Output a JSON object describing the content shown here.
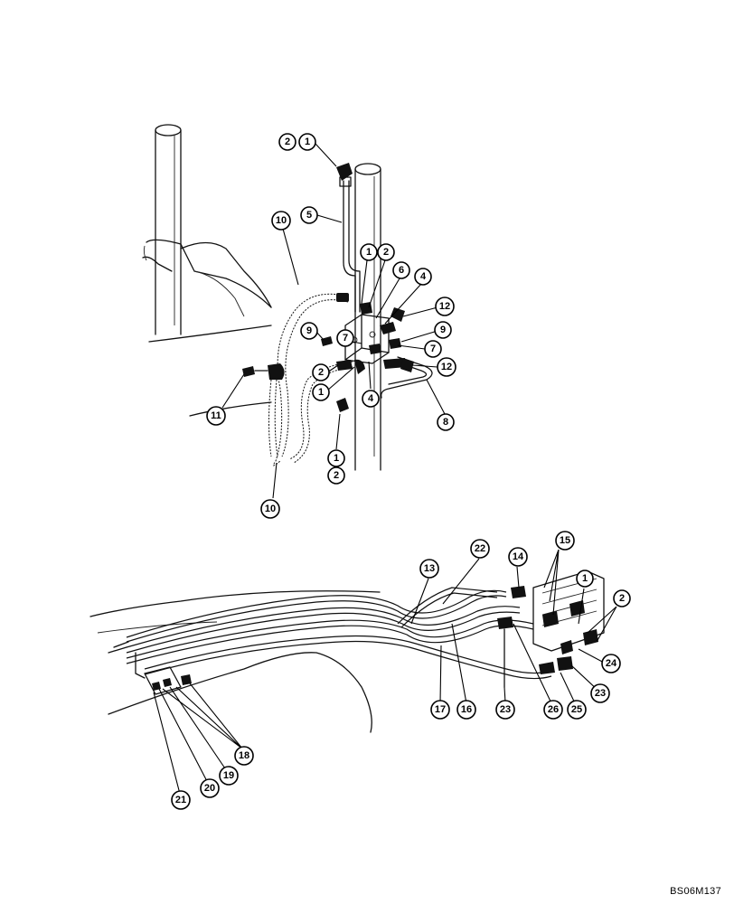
{
  "figure": {
    "reference_code": "BS06M137"
  },
  "upper_assembly": {
    "callouts": [
      "2",
      "1",
      "5",
      "10",
      "1",
      "2",
      "6",
      "4",
      "12",
      "9",
      "7",
      "9",
      "7",
      "12",
      "2",
      "1",
      "4",
      "8",
      "11",
      "1",
      "2",
      "10"
    ]
  },
  "lower_assembly": {
    "callouts": [
      "13",
      "22",
      "14",
      "15",
      "1",
      "2",
      "24",
      "23",
      "25",
      "26",
      "23",
      "16",
      "17",
      "18",
      "19",
      "20",
      "21"
    ]
  }
}
